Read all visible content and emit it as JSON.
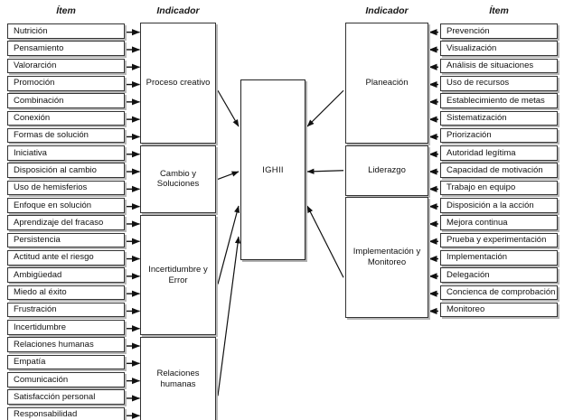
{
  "diagram": {
    "title_center": "IGHII",
    "headers": {
      "left_item": "Ítem",
      "left_indicator": "Indicador",
      "right_indicator": "Indicador",
      "right_item": "Ítem"
    },
    "colors": {
      "box_border": "#333333",
      "box_fill": "#ffffff",
      "box_shadow": "#b8b8b8",
      "arrow": "#111111",
      "text": "#111111"
    }
  },
  "left_items": [
    "Nutrición",
    "Pensamiento",
    "Valorarción",
    "Promoción",
    "Combinación",
    "Conexión",
    "Formas de solución",
    "Iniciativa",
    "Disposición al cambio",
    "Uso de hemisferios",
    "Enfoque en solución",
    "Aprendizaje del fracaso",
    "Persistencia",
    "Actitud ante el riesgo",
    "Ambigüedad",
    "Miedo al éxito",
    "Frustración",
    "Incertidumbre",
    "Relaciones humanas",
    "Empatía",
    "Comunicación",
    "Satisfacción personal",
    "Responsabilidad"
  ],
  "left_indicators": [
    {
      "label": "Proceso creativo",
      "items_from": 0,
      "items_to": 6
    },
    {
      "label": "Cambio y Soluciones",
      "items_from": 7,
      "items_to": 10
    },
    {
      "label": "Incertidumbre y Error",
      "items_from": 11,
      "items_to": 17
    },
    {
      "label": "Relaciones humanas",
      "items_from": 18,
      "items_to": 22
    }
  ],
  "right_items": [
    "Prevención",
    "Visualización",
    "Análisis de situaciones",
    "Uso de recursos",
    "Establecimiento de metas",
    "Sistematización",
    "Priorización",
    "Autoridad legítima",
    "Capacidad de motivación",
    "Trabajo en equipo",
    "Disposición a la acción",
    "Mejora continua",
    "Prueba y experimentación",
    "Implementación",
    "Delegación",
    "Concienca de comprobación",
    "Monitoreo"
  ],
  "right_indicators": [
    {
      "label": "Planeación",
      "items_from": 0,
      "items_to": 6
    },
    {
      "label": "Liderazgo",
      "items_from": 7,
      "items_to": 9
    },
    {
      "label": "Implementación y Monitoreo",
      "items_from": 10,
      "items_to": 16
    }
  ]
}
